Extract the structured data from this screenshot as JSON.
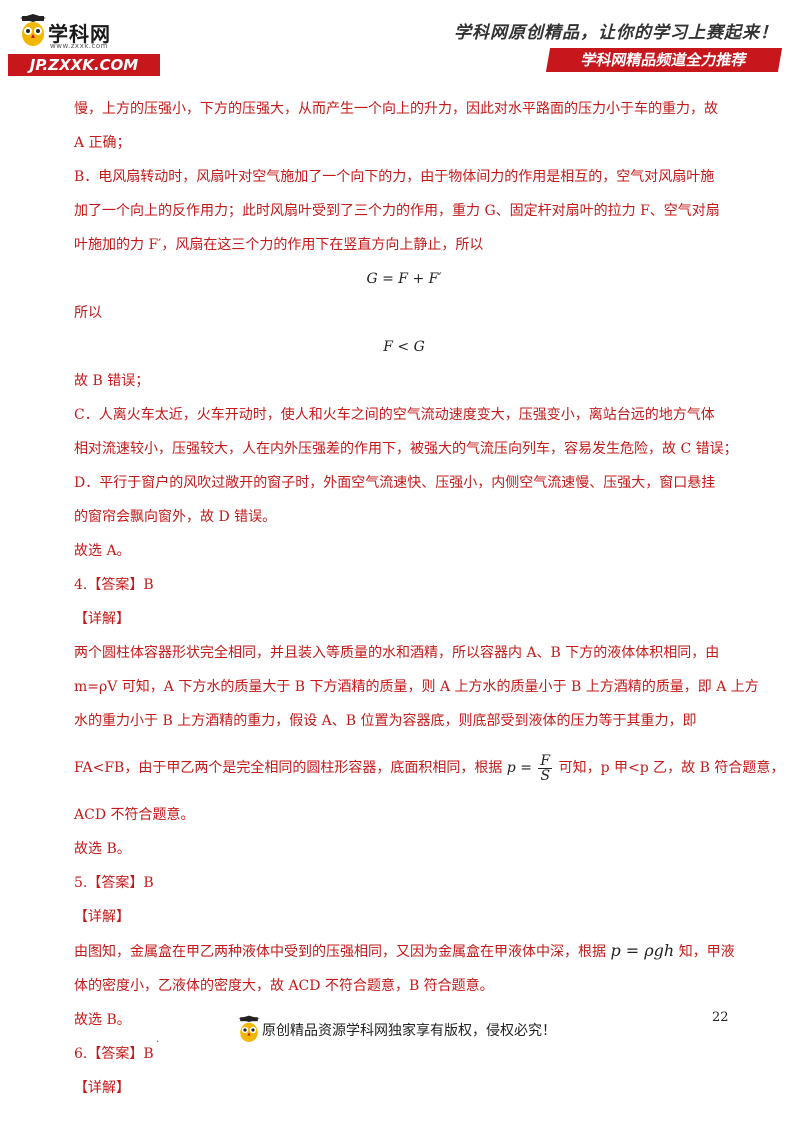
{
  "header": {
    "logo_name": "学科网",
    "logo_url": "www.zxxk.com",
    "logo_banner": "JP.ZXXK.COM",
    "slogan": "学科网原创精品，让你的学习上赛起来！",
    "recommend": "学科网精品频道全力推荐"
  },
  "content": {
    "lines": [
      "慢，上方的压强小，下方的压强大，从而产生一个向上的升力，因此对水平路面的压力小于车的重力，故",
      "A 正确；",
      "B．电风扇转动时，风扇叶对空气施加了一个向下的力，由于物体间力的作用是相互的，空气对风扇叶施",
      "加了一个向上的反作用力；此时风扇叶受到了三个力的作用，重力 G、固定杆对扇叶的拉力 F、空气对扇",
      "叶施加的力 F′，风扇在这三个力的作用下在竖直方向上静止，所以",
      "G = F + F′",
      "所以",
      "F < G",
      "故 B 错误；",
      "C．人离火车太近，火车开动时，使人和火车之间的空气流动速度变大，压强变小，离站台远的地方气体",
      "相对流速较小，压强较大，人在内外压强差的作用下，被强大的气流压向列车，容易发生危险，故 C 错误；",
      "D．平行于窗户的风吹过敞开的窗子时，外面空气流速快、压强小，内侧空气流速慢、压强大，窗口悬挂",
      "的窗帘会飘向窗外，故 D 错误。",
      "故选 A。",
      "4.【答案】B",
      "【详解】",
      "两个圆柱体容器形状完全相同，并且装入等质量的水和酒精，所以容器内 A、B 下方的液体体积相同，由",
      "m=ρV 可知，A 下方水的质量大于 B 下方酒精的质量，则 A 上方水的质量小于 B 上方酒精的质量，即 A 上方",
      "水的重力小于 B 上方酒精的重力，假设 A、B 位置为容器底，则底部受到液体的压力等于其重力，即"
    ],
    "formula_line_before": "FA<FB，由于甲乙两个是完全相同的圆柱形容器，底面积相同，根据",
    "formula_p": "p =",
    "formula_num": "F",
    "formula_den": "S",
    "formula_line_after": "可知，p 甲<p 乙，故 B 符合题意，",
    "lines2": [
      "ACD 不符合题意。",
      "故选 B。",
      "5.【答案】B",
      "【详解】"
    ],
    "line_rho_before": "由图知，金属盒在甲乙两种液体中受到的压强相同，又因为金属盒在甲液体中深，根据",
    "line_rho_formula": "p = ρgh",
    "line_rho_after": "知，甲液",
    "lines3": [
      "体的密度小，乙液体的密度大，故 ACD 不符合题意，B 符合题意。",
      "故选 B。",
      "6.【答案】B",
      "【详解】"
    ]
  },
  "footer": {
    "text": "原创精品资源学科网独家享有版权，侵权必究！",
    "page_number": "22",
    "dot": "."
  },
  "colors": {
    "answer_text": "#c41a1a",
    "brand_red": "#c8161d",
    "body_text": "#222222"
  }
}
